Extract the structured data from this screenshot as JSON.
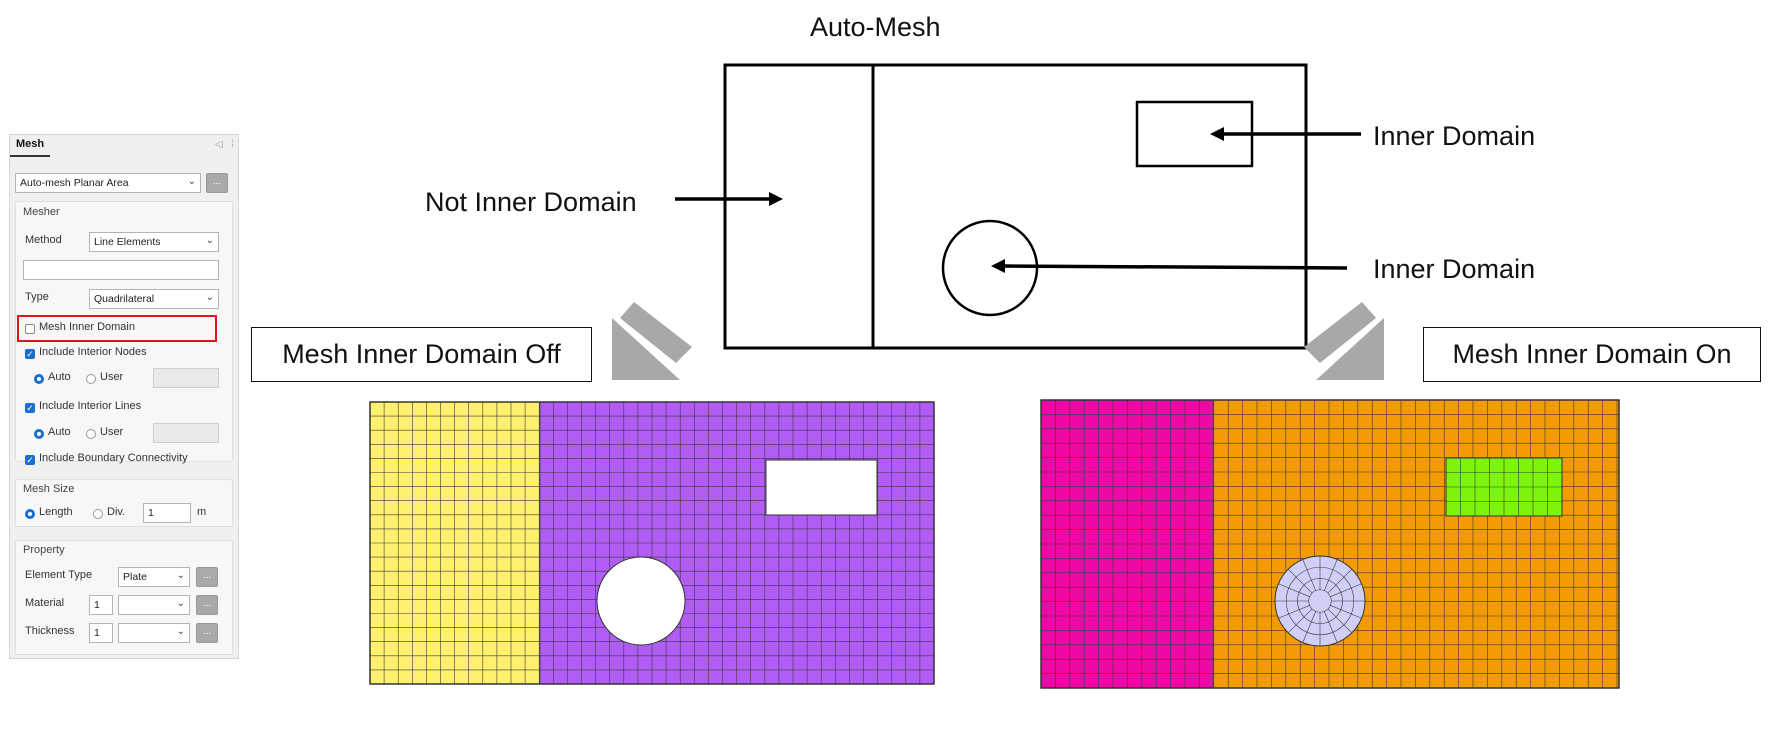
{
  "panel": {
    "tab": "Mesh",
    "mode_select": "Auto-mesh Planar Area",
    "more_btn": "...",
    "mesher": {
      "title": "Mesher",
      "method_label": "Method",
      "method_value": "Line Elements",
      "line_value": "",
      "type_label": "Type",
      "type_value": "Quadrilateral",
      "mesh_inner_domain": "Mesh Inner Domain",
      "include_interior_nodes": "Include Interior Nodes",
      "auto": "Auto",
      "user": "User",
      "include_interior_lines": "Include Interior Lines",
      "include_boundary_connectivity": "Include Boundary Connectivity"
    },
    "mesh_size": {
      "title": "Mesh Size",
      "length": "Length",
      "div": "Div.",
      "value": "1",
      "unit": "m"
    },
    "property": {
      "title": "Property",
      "element_type_label": "Element Type",
      "element_type_value": "Plate",
      "material_label": "Material",
      "material_value": "1",
      "thickness_label": "Thickness",
      "thickness_value": "1"
    }
  },
  "diagram": {
    "title": "Auto-Mesh",
    "not_inner": "Not Inner Domain",
    "inner_rect": "Inner Domain",
    "inner_circle": "Inner Domain",
    "off_label": "Mesh Inner Domain Off",
    "on_label": "Mesh Inner Domain On"
  },
  "colors": {
    "yellow": "#fff06e",
    "purple": "#b05cf5",
    "magenta": "#f008a6",
    "orange": "#f39b00",
    "green": "#7df40c",
    "lavender": "#cfcff8",
    "arrow_gray": "#a8a8a8",
    "highlight_red": "#e0141b",
    "accent_blue": "#1a6fd1"
  }
}
